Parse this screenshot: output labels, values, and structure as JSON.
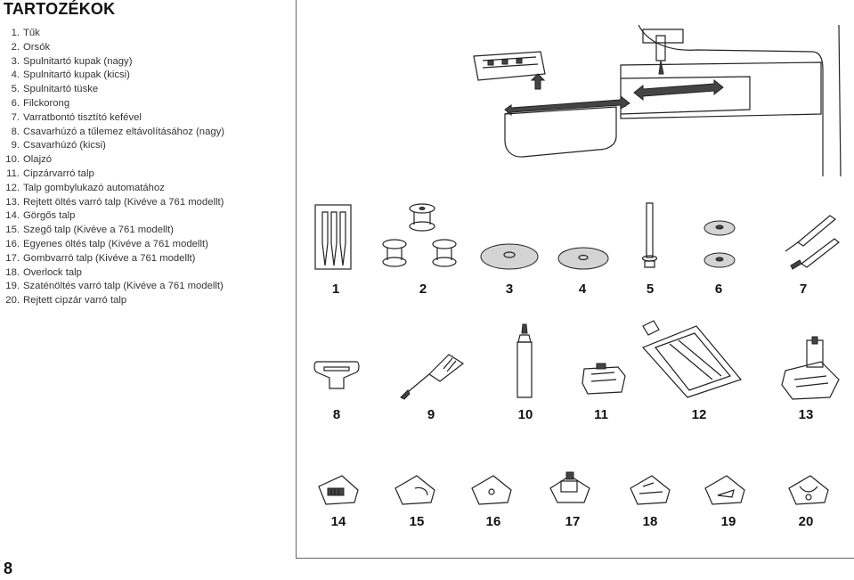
{
  "page": {
    "title": "TARTOZÉKOK",
    "page_number": "8"
  },
  "accessories": [
    {
      "num": "1.",
      "text": "Tűk"
    },
    {
      "num": "2.",
      "text": "Orsók"
    },
    {
      "num": "3.",
      "text": "Spulnitartó kupak (nagy)"
    },
    {
      "num": "4.",
      "text": "Spulnitartó kupak (kicsi)"
    },
    {
      "num": "5.",
      "text": "Spulnitartó tüske"
    },
    {
      "num": "6.",
      "text": "Filckorong"
    },
    {
      "num": "7.",
      "text": "Varratbontó tisztító kefével"
    },
    {
      "num": "8.",
      "text": "Csavarhúzó a tűlemez eltávolításához (nagy)"
    },
    {
      "num": "9.",
      "text": "Csavarhúzó (kicsi)"
    },
    {
      "num": "10.",
      "text": "Olajzó"
    },
    {
      "num": "11.",
      "text": "Cipzárvarró talp"
    },
    {
      "num": "12.",
      "text": "Talp gombylukazó automatához"
    },
    {
      "num": "13.",
      "text": "Rejtett öltés varró talp (Kivéve a 761 modellt)"
    },
    {
      "num": "14.",
      "text": "Görgős talp"
    },
    {
      "num": "15.",
      "text": "Szegő talp  (Kivéve a 761 modellt)"
    },
    {
      "num": "16.",
      "text": "Egyenes öltés talp (Kivéve a 761 modellt)"
    },
    {
      "num": "17.",
      "text": "Gombvarró talp (Kivéve a 761 modellt)"
    },
    {
      "num": "18.",
      "text": "Overlock talp"
    },
    {
      "num": "19.",
      "text": "Szaténöltés varró talp (Kivéve a 761 modellt)"
    },
    {
      "num": "20.",
      "text": "Rejtett cipzár varró talp"
    }
  ],
  "figure_labels": {
    "row1": [
      "1",
      "2",
      "3",
      "4",
      "5",
      "6",
      "7"
    ],
    "row2": [
      "8",
      "9",
      "10",
      "11",
      "12",
      "13"
    ],
    "row3": [
      "14",
      "15",
      "16",
      "17",
      "18",
      "19",
      "20"
    ]
  }
}
